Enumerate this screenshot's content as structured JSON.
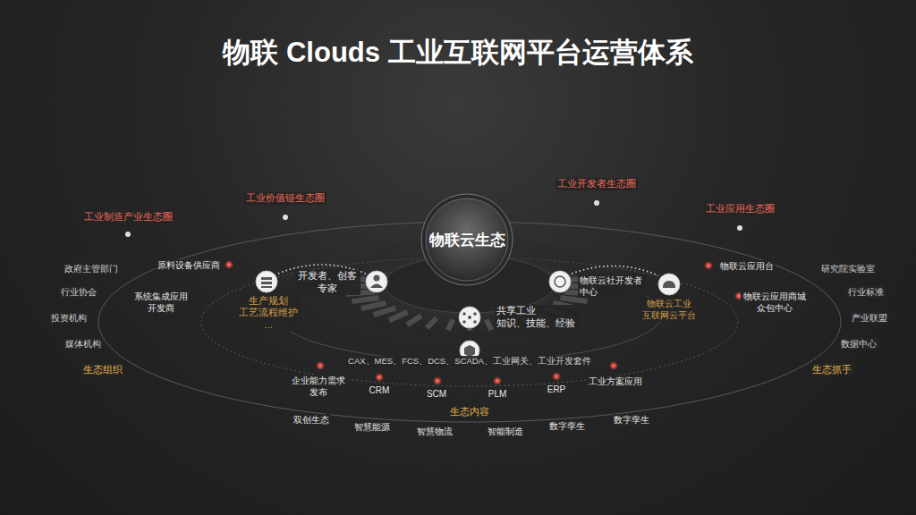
{
  "diagram": {
    "title": "物联 Clouds 工业互联网平台运营体系",
    "nodes": [
      {
        "text": [
          "物联云生态"
        ]
      }
    ],
    "labels": [
      "工业制造产业生态圈",
      "工业价值链生态圈",
      "工业开发者生态圈",
      "工业应用生态圈",
      "政府主管部门",
      "行业协会",
      "投资机构",
      "媒体机构",
      "生态组织",
      "原料设备供应商",
      "系统集成应用 开发商",
      "生产规划 工艺流程维护 …",
      "开发者、创客 专家",
      "共享工业 知识、技能、经验",
      "物联云社开发者 中心",
      "物联云工业 互联网云平台",
      "物联云应用台",
      "物联云应用商城 众包中心",
      "研究院实验室",
      "行业标准",
      "产业联盟",
      "数据中心",
      "生态抓手",
      "CAX、MES、FCS、DCS、SCADA、工业网关、工业开发套件",
      "企业能力需求 发布",
      "CRM",
      "SCM",
      "PLM",
      "ERP",
      "工业方案应用",
      "生态内容",
      "双创生态",
      "智慧能源",
      "智慧物流",
      "智能制造",
      "数字孪生",
      "数字孪生"
    ]
  }
}
